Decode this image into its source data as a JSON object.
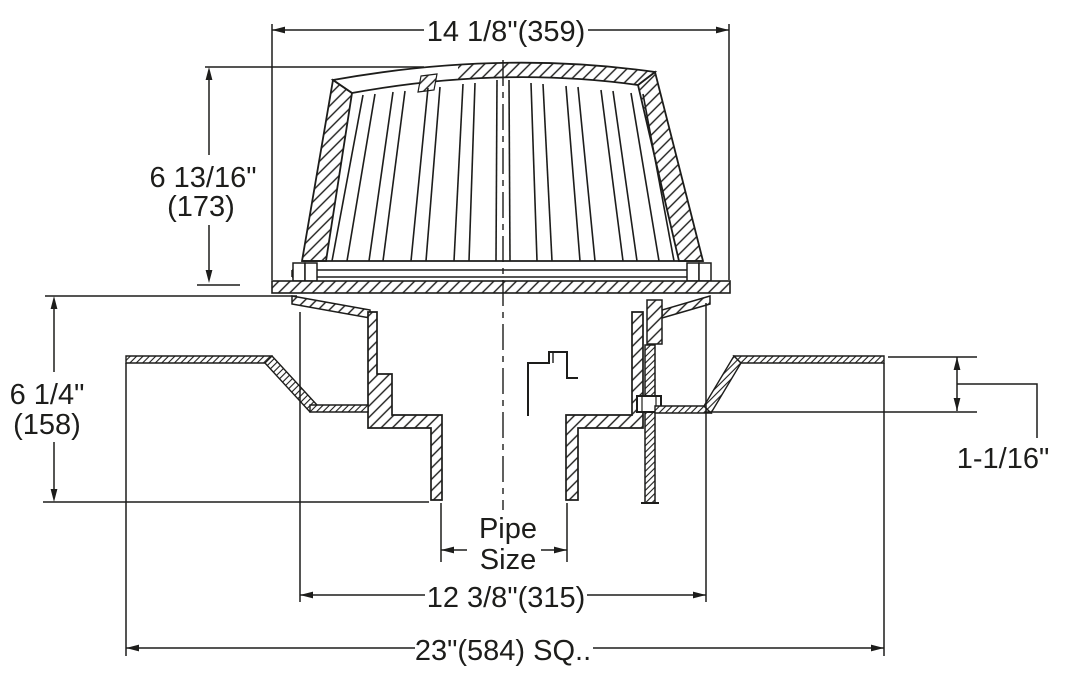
{
  "drawing": {
    "description": "Roof drain cross-section technical drawing",
    "colors": {
      "line": "#1d1d1b",
      "background": "#ffffff"
    },
    "labels": {
      "top_width": "14 1/8\"(359)",
      "dome_height_in": "6 13/16\"",
      "dome_height_mm": "(173)",
      "body_height_in": "6 1/4\"",
      "body_height_mm": "(158)",
      "deck_offset": "1-1/16\"",
      "pipe_size_line1": "Pipe",
      "pipe_size_line2": "Size",
      "flange_width": "12 3/8\"(315)",
      "overall_width": "23\"(584) SQ.."
    }
  }
}
